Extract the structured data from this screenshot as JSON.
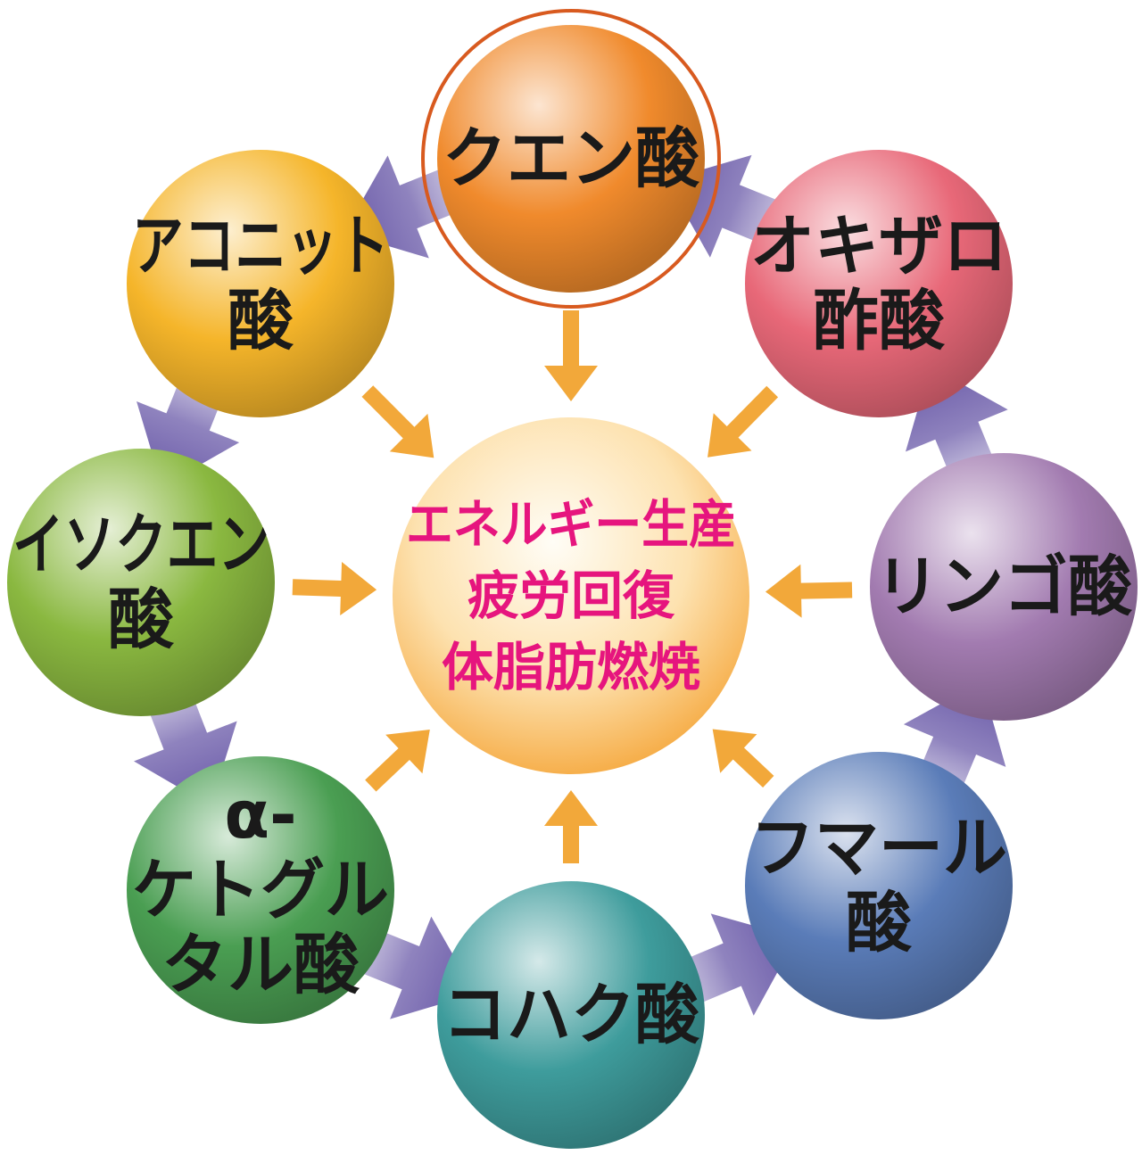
{
  "center": {
    "lines": [
      "エネルギー生産",
      "疲労回復",
      "体脂肪燃焼"
    ],
    "text_color": "#e6157e"
  },
  "nodes": [
    {
      "id": "citric",
      "lines": [
        "クエン酸"
      ],
      "color": "#f08a2c",
      "highlight": true
    },
    {
      "id": "oxaloacetic",
      "lines": [
        "オキザロ",
        "酢酸"
      ],
      "color": "#e86878"
    },
    {
      "id": "malic",
      "lines": [
        "リンゴ酸"
      ],
      "color": "#a27bb0"
    },
    {
      "id": "fumaric",
      "lines": [
        "フマール",
        "酸"
      ],
      "color": "#5a7cb8"
    },
    {
      "id": "succinic",
      "lines": [
        "コハク酸"
      ],
      "color": "#3e9c9c"
    },
    {
      "id": "ketoglutaric",
      "lines": [
        "α-",
        "ケトグル",
        "タル酸"
      ],
      "color": "#4a9e52"
    },
    {
      "id": "isocitric",
      "lines": [
        "イソクエン",
        "酸"
      ],
      "color": "#8ab840"
    },
    {
      "id": "aconitic",
      "lines": [
        "アコニット",
        "酸"
      ],
      "color": "#f5b52a"
    }
  ],
  "colors": {
    "cycle_arrow": "#6a5aa8",
    "inward_arrow": "#f2a83a",
    "highlight_ring": "#d85a1f"
  }
}
